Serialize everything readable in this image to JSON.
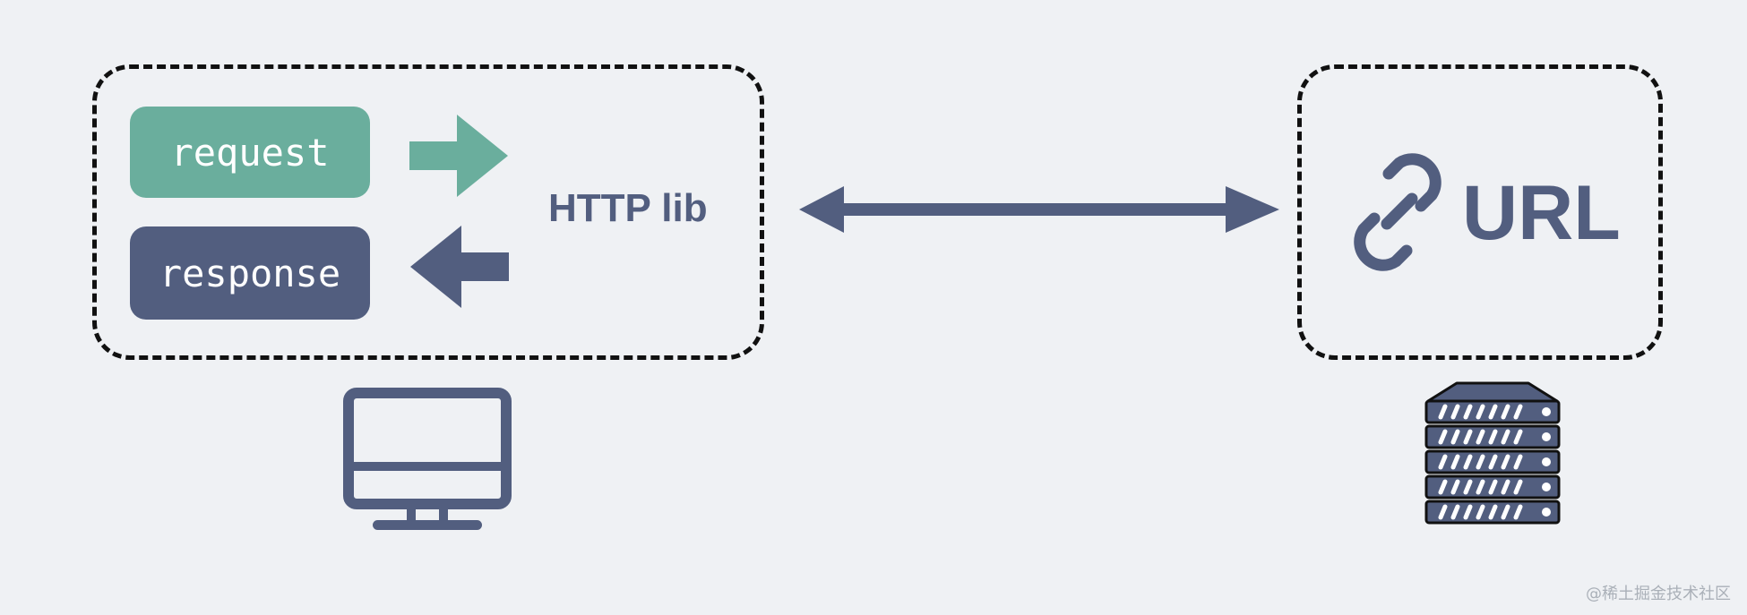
{
  "client": {
    "request_label": "request",
    "response_label": "response",
    "lib_label": "HTTP lib"
  },
  "server": {
    "url_label": "URL"
  },
  "watermark": "@稀土掘金技术社区",
  "icons": {
    "client": "computer-monitor-icon",
    "server": "server-rack-icon",
    "link": "link-chain-icon"
  },
  "colors": {
    "background": "#eff1f4",
    "request": "#6aae9d",
    "response": "#525e7f",
    "accent": "#525e7f",
    "border": "#111111"
  }
}
